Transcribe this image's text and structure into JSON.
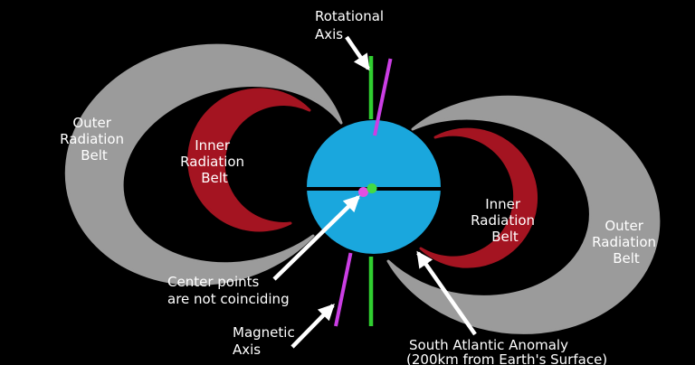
{
  "diagram": {
    "subject": "Earth radiation belts with rotational and magnetic axes"
  },
  "colors": {
    "background": "#000000",
    "earth": "#1aa7dd",
    "outer_belt": "#9b9b9b",
    "inner_belt": "#a41421",
    "rotational_axis": "#30cf30",
    "magnetic_axis": "#cb3ee4",
    "rotational_center_dot": "#44da44",
    "magnetic_center_dot": "#e250e2",
    "equator_line": "#000000",
    "arrow": "#ffffff",
    "label_text": "#ffffff"
  },
  "labels": {
    "rotational_axis": {
      "lines": [
        "Rotational",
        "Axis"
      ]
    },
    "magnetic_axis": {
      "lines": [
        "Magnetic",
        "Axis"
      ]
    },
    "center_points": {
      "lines": [
        "Center points",
        "are not coinciding"
      ]
    },
    "south_atlantic_anomaly": {
      "lines": [
        "South Atlantic Anomaly",
        "(200km from Earth's Surface)"
      ]
    },
    "outer_belt_left": {
      "lines": [
        "Outer",
        "Radiation",
        "Belt"
      ]
    },
    "inner_belt_left": {
      "lines": [
        "Inner",
        "Radiation",
        "Belt"
      ]
    },
    "inner_belt_right": {
      "lines": [
        "Inner",
        "Radiation",
        "Belt"
      ]
    },
    "outer_belt_right": {
      "lines": [
        "Outer",
        "Radiation",
        "Belt"
      ]
    }
  }
}
